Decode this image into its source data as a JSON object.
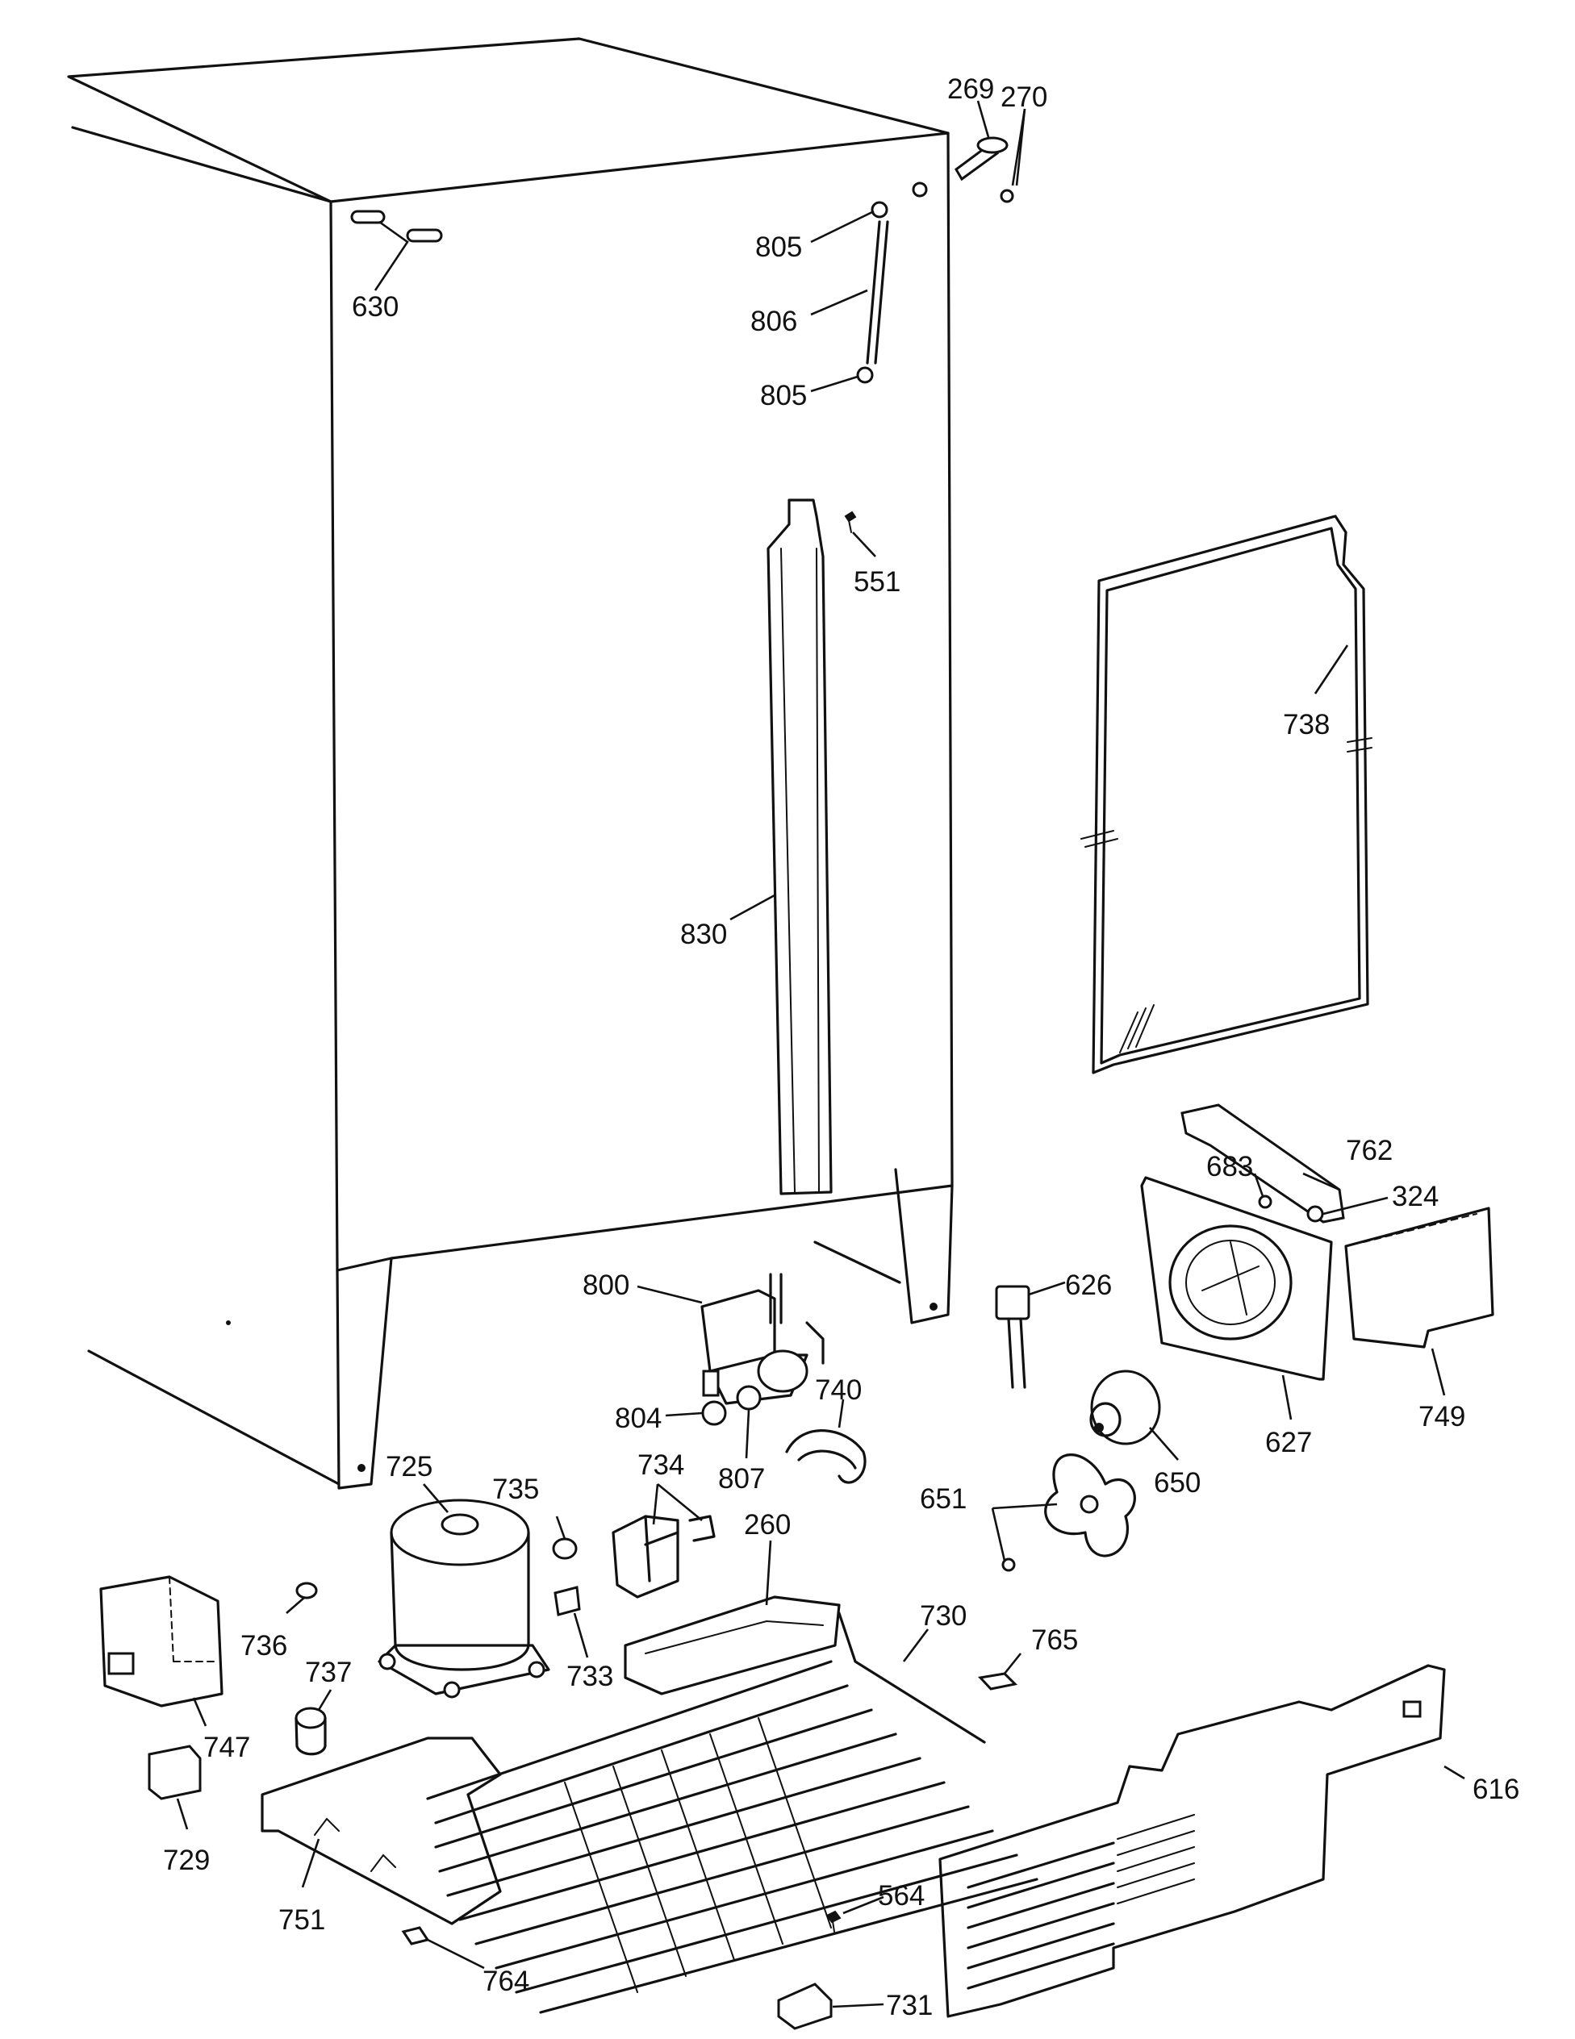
{
  "callouts": {
    "c269": "269",
    "c270": "270",
    "c630": "630",
    "c805a": "805",
    "c806": "806",
    "c805b": "805",
    "c551": "551",
    "c738": "738",
    "c830": "830",
    "c762": "762",
    "c683": "683",
    "c324": "324",
    "c800": "800",
    "c626": "626",
    "c749": "749",
    "c627": "627",
    "c740": "740",
    "c804": "804",
    "c807": "807",
    "c725": "725",
    "c735": "735",
    "c734": "734",
    "c650": "650",
    "c651": "651",
    "c260": "260",
    "c730": "730",
    "c765": "765",
    "c736": "736",
    "c737": "737",
    "c733": "733",
    "c747": "747",
    "c729": "729",
    "c751": "751",
    "c616": "616",
    "c564": "564",
    "c764": "764",
    "c731": "731"
  }
}
